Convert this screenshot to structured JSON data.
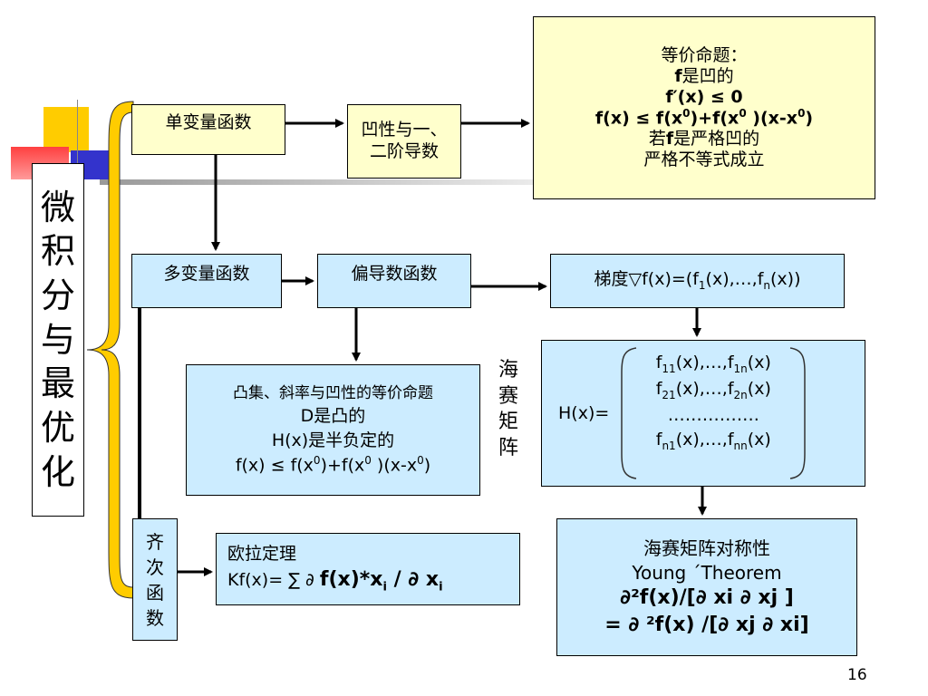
{
  "main_title_chars": [
    "微",
    "积",
    "分",
    "与",
    "最",
    "优",
    "化"
  ],
  "single_var": "单变量函数",
  "concavity": [
    "凹性与一、",
    "二阶导数"
  ],
  "equiv_top": {
    "line1": "等价命题：",
    "line2_bold": "f",
    "line2_rest": "是凹的",
    "line3": "f′(x) ≤  0",
    "line4_a": "f(x) ≤ f(x",
    "line4_sup1": "0",
    "line4_b": ")+f(x",
    "line4_sup2": "0",
    "line4_c": " )(x-x",
    "line4_sup3": "0",
    "line4_d": ")",
    "line5_a": "若",
    "line5_bold": "f",
    "line5_b": "是严格凹的",
    "line6": "严格不等式成立"
  },
  "multi_var": "多变量函数",
  "partial_deriv": "偏导数函数",
  "gradient": {
    "prefix": "梯度▽f(x)=(f",
    "sub1": "1",
    "mid": "(x),…,f",
    "subn": "n",
    "suffix": "(x))"
  },
  "convex_box": {
    "line1": "凸集、斜率与凹性的等价命题",
    "line2": "D是凸的",
    "line3": "H(x)是半负定的",
    "line4_a": "f(x) ≤ f(x",
    "line4_sup1": "0",
    "line4_b": ")+f(x",
    "line4_sup2": "0",
    "line4_c": " )(x-x",
    "line4_sup3": "0",
    "line4_d": ")"
  },
  "hessian_label_chars": [
    "海",
    "赛",
    "矩",
    "阵"
  ],
  "hessian": {
    "hx": "H(x)=",
    "row1": {
      "a": "f",
      "s1": "11",
      "b": "(x),…,f",
      "s2": "1n",
      "c": "(x)"
    },
    "row2": {
      "a": "f",
      "s1": "21",
      "b": "(x),…,f",
      "s2": "2n",
      "c": "(x)"
    },
    "row3": "…………….",
    "row4": {
      "a": "f",
      "s1": "n1",
      "b": "(x),…,f",
      "s2": "nn",
      "c": "(x)"
    }
  },
  "homogeneous_chars": [
    "齐",
    "次",
    "函",
    "数"
  ],
  "euler": {
    "title": "欧拉定理",
    "formula_a": "Kf(x)= ∑ ∂ ",
    "formula_b": "f(x)*x",
    "formula_sub": "i",
    "formula_c": " / ∂ x",
    "formula_sub2": "i"
  },
  "young": {
    "line1": "海赛矩阵对称性",
    "line2": "Young ´Theorem",
    "line3": "∂²f(x)/[∂ xi ∂ xj ]",
    "line4": "= ∂ ²f(x) /[∂ xj ∂ xi]"
  },
  "page_number": "16",
  "colors": {
    "yellow_box": "#ffffcc",
    "blue_box": "#ccecff",
    "brace": "#ffcc00",
    "deco_red": "#ff5050",
    "deco_blue": "#3333cc",
    "deco_yellow": "#ffcc00"
  }
}
